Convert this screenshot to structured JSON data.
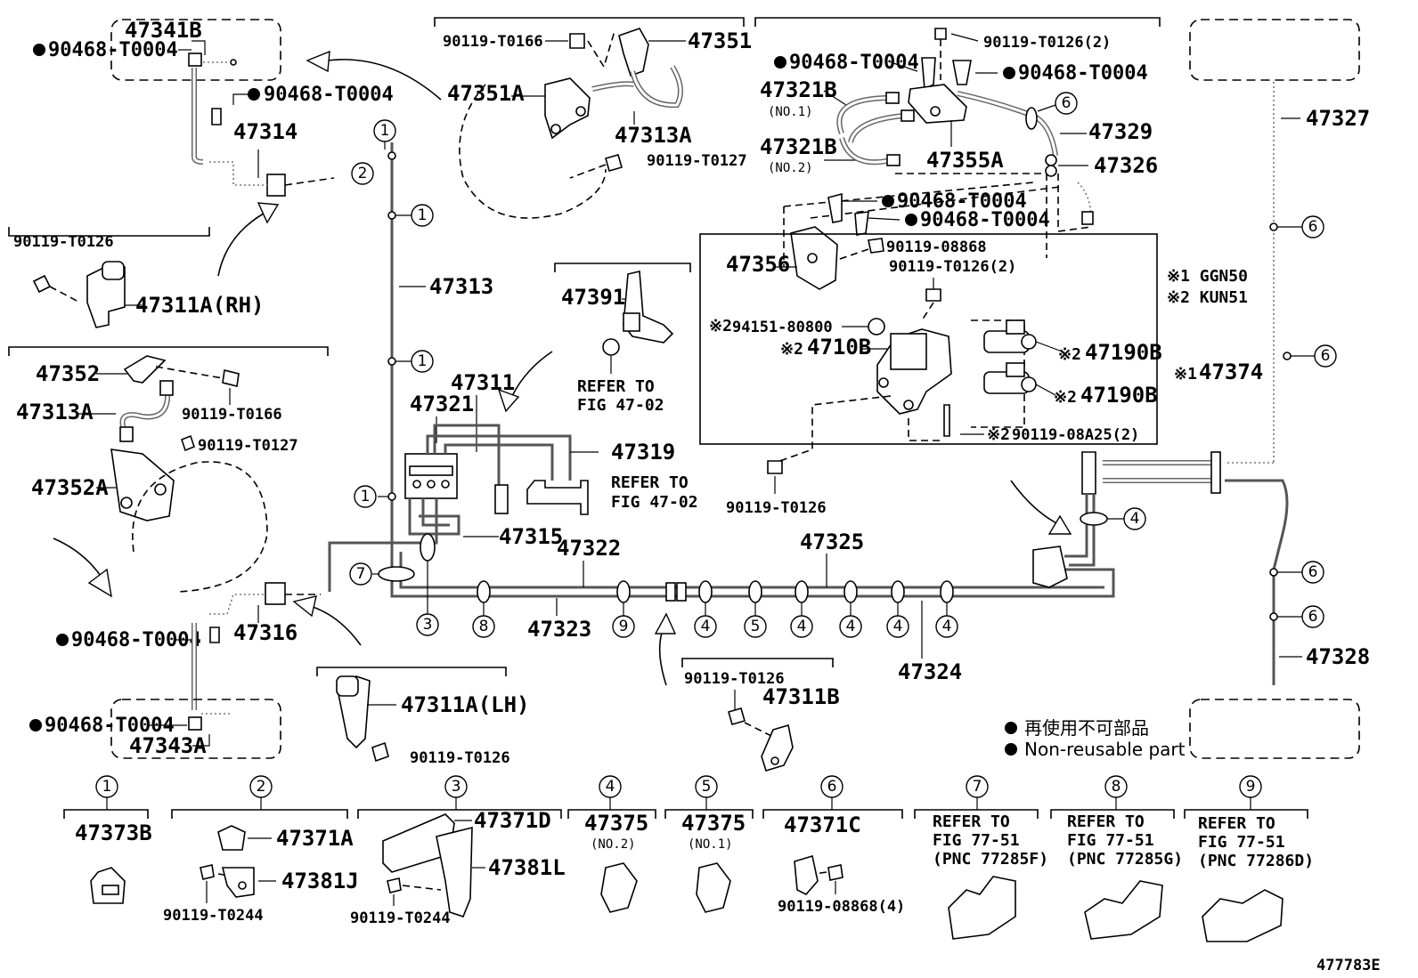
{
  "diagram_id": "477783E",
  "part_labels": {
    "p47341B": "47341B",
    "p47314": "47314",
    "p47311ARH": "47311A(RH)",
    "p47352": "47352",
    "p47313A_l": "47313A",
    "p47352A": "47352A",
    "p47316": "47316",
    "p47343A": "47343A",
    "p47311ALH": "47311A(LH)",
    "p47313": "47313",
    "p47351": "47351",
    "p47351A": "47351A",
    "p47313A_t": "47313A",
    "p47391": "47391",
    "p47311": "47311",
    "p47321": "47321",
    "p47319": "47319",
    "p47315": "47315",
    "p47322": "47322",
    "p47323": "47323",
    "p47325": "47325",
    "p47324": "47324",
    "p47311B": "47311B",
    "p47321B1": "47321B",
    "p47321B2": "47321B",
    "p47355A": "47355A",
    "p47329": "47329",
    "p47326": "47326",
    "p47356": "47356",
    "p4710B": "4710B",
    "p47190B_1": "47190B",
    "p47190B_2": "47190B",
    "p47374": "47374",
    "p47327": "47327",
    "p47328": "47328"
  },
  "part_notes": {
    "no1": "(NO.1)",
    "no2": "(NO.2)"
  },
  "bolts": {
    "b_t0004_a": "90468-T0004",
    "b_t0004_b": "90468-T0004",
    "b_t0126_l": "90119-T0126",
    "b_t0166_l": "90119-T0166",
    "b_t0127_l": "90119-T0127",
    "b_t0004_c": "90468-T0004",
    "b_t0004_d": "90468-T0004",
    "b_t0126_lh": "90119-T0126",
    "b_t0166_t": "90119-T0166",
    "b_t0127_t": "90119-T0127",
    "b_t0126_2a": "90119-T0126(2)",
    "b_t0004_e": "90468-T0004",
    "b_t0004_f": "90468-T0004",
    "b_t0004_g": "90468-T0004",
    "b_t0004_h": "90468-T0004",
    "b_08868": "90119-08868",
    "b_t0126_2b": "90119-T0126(2)",
    "b_94151": "94151-80800",
    "b_08A25": "90119-08A25(2)",
    "b_t0126_c": "90119-T0126",
    "b_t0126_b": "90119-T0126"
  },
  "notes": {
    "ref_47_02_a1": "REFER TO",
    "ref_47_02_a2": "FIG 47-02",
    "ref_47_02_b1": "REFER TO",
    "ref_47_02_b2": "FIG 47-02",
    "model1": "※1 GGN50",
    "model2": "※2 KUN51",
    "mark1": "※1",
    "mark2": "※2"
  },
  "legend": {
    "jp": "再使用不可部品",
    "en": "Non-reusable part"
  },
  "callouts": [
    "1",
    "2",
    "3",
    "4",
    "5",
    "6",
    "7",
    "8",
    "9"
  ],
  "clamp_table": [
    {
      "num": "1",
      "part": "47373B"
    },
    {
      "num": "2",
      "part": "47371A",
      "sub": "47381J",
      "bolt": "90119-T0244"
    },
    {
      "num": "3",
      "part": "47371D",
      "sub": "47381L",
      "bolt": "90119-T0244"
    },
    {
      "num": "4",
      "part": "47375",
      "note": "(NO.2)"
    },
    {
      "num": "5",
      "part": "47375",
      "note": "(NO.1)"
    },
    {
      "num": "6",
      "part": "47371C",
      "bolt": "90119-08868(4)"
    },
    {
      "num": "7",
      "ref1": "REFER TO",
      "ref2": "FIG 77-51",
      "ref3": "(PNC 77285F)"
    },
    {
      "num": "8",
      "ref1": "REFER TO",
      "ref2": "FIG 77-51",
      "ref3": "(PNC 77285G)"
    },
    {
      "num": "9",
      "ref1": "REFER TO",
      "ref2": "FIG 77-51",
      "ref3": "(PNC 77286D)"
    }
  ]
}
